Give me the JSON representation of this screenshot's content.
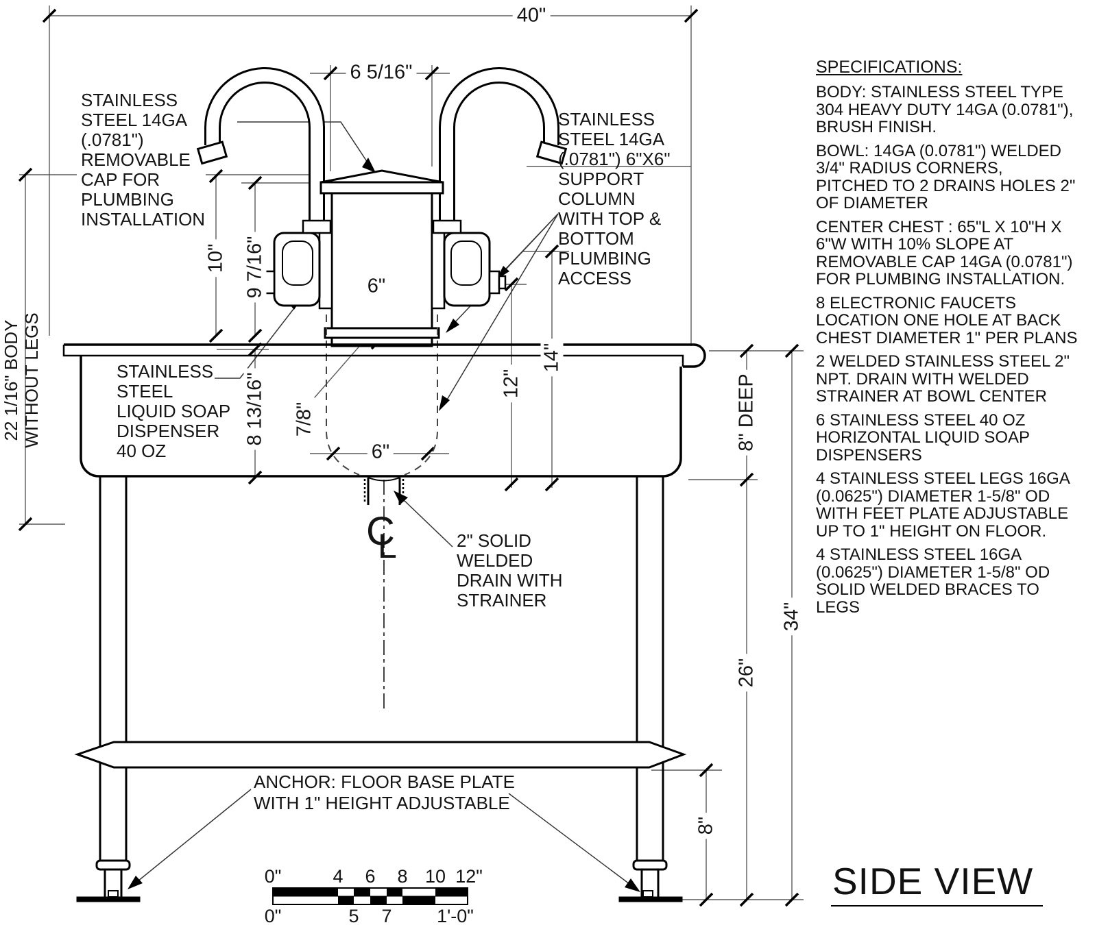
{
  "drawing_title": "SIDE VIEW",
  "dims": {
    "overall_width": "40\"",
    "faucet_spacing": "6 5/16\"",
    "cap_height": "10\"",
    "riser_height": "9 7/16\"",
    "column_width": "6\"",
    "bowl_offset": "7/8\"",
    "drain_spacing": "6\"",
    "bowl_depth_outer": "8 13/16\"",
    "dim_12": "12\"",
    "dim_14": "14\"",
    "body_depth": "8\" DEEP",
    "overall_height": "34\"",
    "leg_height": "26\"",
    "brace_height": "8\"",
    "body_height": "22 1/16\" BODY\nWITHOUT LEGS"
  },
  "labels": {
    "removable_cap": "STAINLESS\nSTEEL 14GA\n(.0781\")\nREMOVABLE\nCAP FOR\nPLUMBING\nINSTALLATION",
    "support_column": "STAINLESS\nSTEEL 14GA\n(.0781\") 6\"X6\"\nSUPPORT\nCOLUMN\nWITH TOP &\nBOTTOM\nPLUMBING\nACCESS",
    "soap_dispenser": "STAINLESS\nSTEEL\nLIQUID SOAP\nDISPENSER\n40 OZ",
    "drain": "2\" SOLID\nWELDED\nDRAIN WITH\nSTRAINER",
    "anchor": "ANCHOR: FLOOR BASE PLATE\nWITH 1\" HEIGHT ADJUSTABLE",
    "centerline_c": "C",
    "centerline_l": "L"
  },
  "specifications": {
    "heading": "SPECIFICATIONS:",
    "items": [
      "BODY: STAINLESS STEEL TYPE 304 HEAVY DUTY 14GA (0.0781\"), BRUSH FINISH.",
      "BOWL: 14GA (0.0781\") WELDED 3/4\" RADIUS CORNERS, PITCHED TO 2 DRAINS HOLES 2\" OF DIAMETER",
      "CENTER CHEST : 65\"L X 10\"H X 6\"W WITH 10% SLOPE AT REMOVABLE CAP 14GA (0.0781\") FOR PLUMBING INSTALLATION.",
      "8 ELECTRONIC FAUCETS LOCATION ONE HOLE AT BACK CHEST DIAMETER 1\" PER PLANS",
      "2 WELDED STAINLESS STEEL 2\" NPT. DRAIN WITH WELDED STRAINER AT BOWL CENTER",
      "6 STAINLESS STEEL 40 OZ HORIZONTAL LIQUID SOAP DISPENSERS",
      "4 STAINLESS STEEL LEGS 16GA (0.0625\") DIAMETER 1-5/8\" OD WITH FEET PLATE ADJUSTABLE UP TO 1\" HEIGHT ON FLOOR.",
      "4 STAINLESS STEEL 16GA (0.0625\") DIAMETER 1-5/8\" OD SOLID WELDED BRACES TO LEGS"
    ]
  },
  "scale_bar": {
    "top_labels": [
      "0\"",
      "4",
      "6",
      "8",
      "10",
      "12\""
    ],
    "bottom_labels": [
      "0\"",
      "5",
      "7",
      "1'-0\""
    ]
  }
}
